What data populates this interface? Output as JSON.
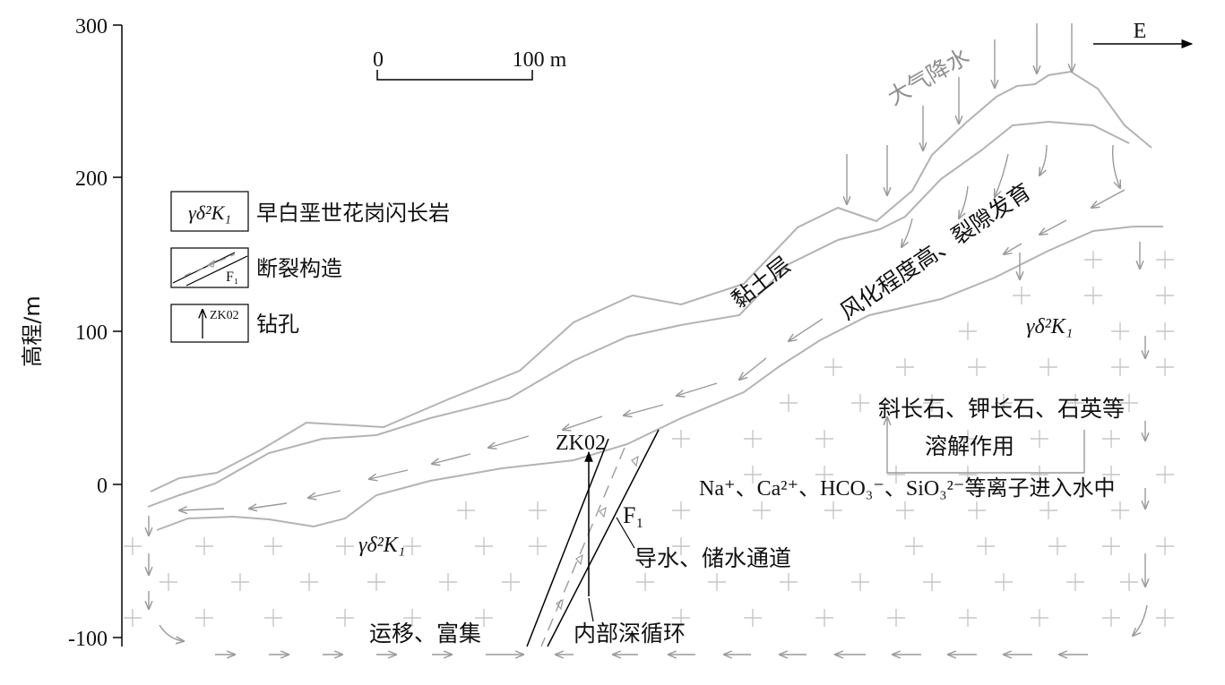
{
  "axis": {
    "ylabel": "高程/m",
    "ticks": [
      "300",
      "200",
      "100",
      "0",
      "-100"
    ]
  },
  "scale": {
    "start": "0",
    "end": "100 m"
  },
  "direction": "E",
  "legend": [
    {
      "symbol": "γδ²K₁",
      "label": "早白垩世花岗闪长岩"
    },
    {
      "symbol": "F₁",
      "label": "断裂构造"
    },
    {
      "symbol": "ZK02",
      "label": "钻孔"
    }
  ],
  "labels": {
    "precipitation": "大气降水",
    "clay": "黏土层",
    "weathering": "风化程度高、裂隙发育",
    "rock_upper": "γδ²K₁",
    "rock_lower": "γδ²K₁",
    "minerals": "斜长石、钾长石、石英等",
    "dissolution": "溶解作用",
    "ions": "Na⁺、Ca²⁺、HCO₃⁻、SiO₃²⁻等离子进入水中",
    "fault": "F₁",
    "channel": "导水、储水通道",
    "borehole": "ZK02",
    "deep_circulation": "内部深循环",
    "migration": "运移、富集"
  },
  "colors": {
    "line": "#000000",
    "terrain": "#b3b3b3",
    "flow": "#9a9a9a",
    "cross": "#c6c6c6"
  }
}
